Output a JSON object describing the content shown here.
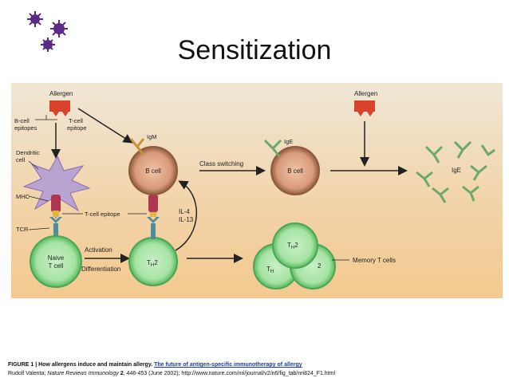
{
  "slide": {
    "title": "Sensitization"
  },
  "diagram": {
    "labels": {
      "allergen_left": "Allergen",
      "allergen_right": "Allergen",
      "b_cell_epitopes": "B-cell\nepitopes",
      "t_cell_epitope_top": "T-cell\nepitope",
      "dendritic_cell": "Dendritic\ncell",
      "mhc": "MHC",
      "t_cell_epitope": "T-cell epitope",
      "tcr": "TCR",
      "naive_t_cell": "Naive\nT cell",
      "activation": "Activation",
      "differentiation": "Differentiation",
      "th2": "TH2",
      "igm": "IgM",
      "b_cell_1": "B cell",
      "il4": "IL-4",
      "il13": "IL-13",
      "class_switching": "Class switching",
      "ige_1": "IgE",
      "b_cell_2": "B cell",
      "ige_2": "IgE",
      "memory_t_cells": "Memory T cells"
    }
  },
  "caption": {
    "figure_label": "FIGURE 1 | How allergens induce and maintain allergy.",
    "link_text": "The future of antigen-specific immunotherapy of allergy",
    "author": "Rudolf Valenta;",
    "journal": "Nature Reviews Immunology",
    "volume": "2",
    "rest": ", 446-453 (June 2002); http://www.nature.com/nri/journal/v2/n6/fig_tab/nri824_F1.html"
  },
  "colors": {
    "background_top": "#efe7d6",
    "background_bottom": "#f3c98f",
    "allergen_red": "#d8432b",
    "dendritic_purple": "#b9a3d1",
    "b_cell_brown": "#a06a4f",
    "t_cell_green": "#7fcf86",
    "antibody_green": "#6aa86b",
    "logo_purple": "#5a2a86"
  }
}
